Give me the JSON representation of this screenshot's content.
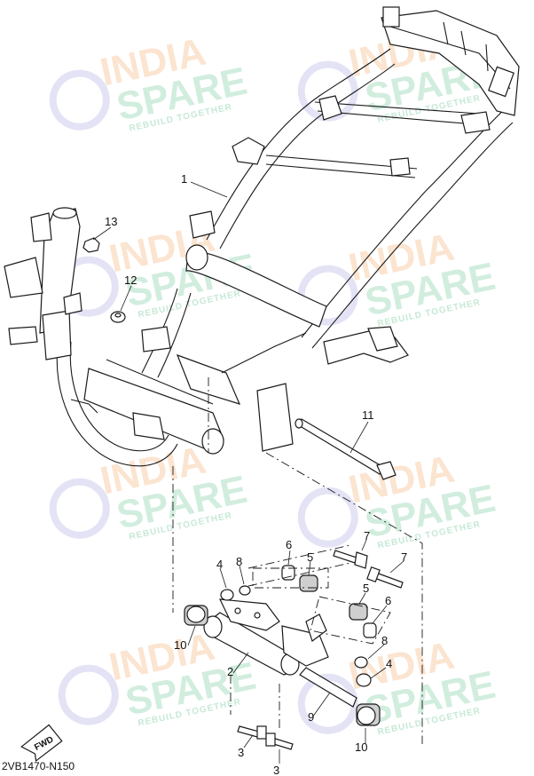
{
  "diagram": {
    "code": "2VB1470-N150",
    "fwd_label": "FWD",
    "callouts": {
      "p1": "1",
      "p2": "2",
      "p3a": "3",
      "p3b": "3",
      "p4a": "4",
      "p4b": "4",
      "p5a": "5",
      "p5b": "5",
      "p6a": "6",
      "p6b": "6",
      "p7a": "7",
      "p7b": "7",
      "p8a": "8",
      "p8b": "8",
      "p9": "9",
      "p10a": "10",
      "p10b": "10",
      "p11": "11",
      "p12": "12",
      "p13": "13"
    }
  },
  "watermark": {
    "line1": "INDIA",
    "line2": "SPARE",
    "tagline": "REBUILD TOGETHER",
    "colors": {
      "line1": "#f4a05a",
      "line2": "#5cbf8a",
      "tagline": "#5cbf8a",
      "logo": "#8f8fd6"
    }
  }
}
